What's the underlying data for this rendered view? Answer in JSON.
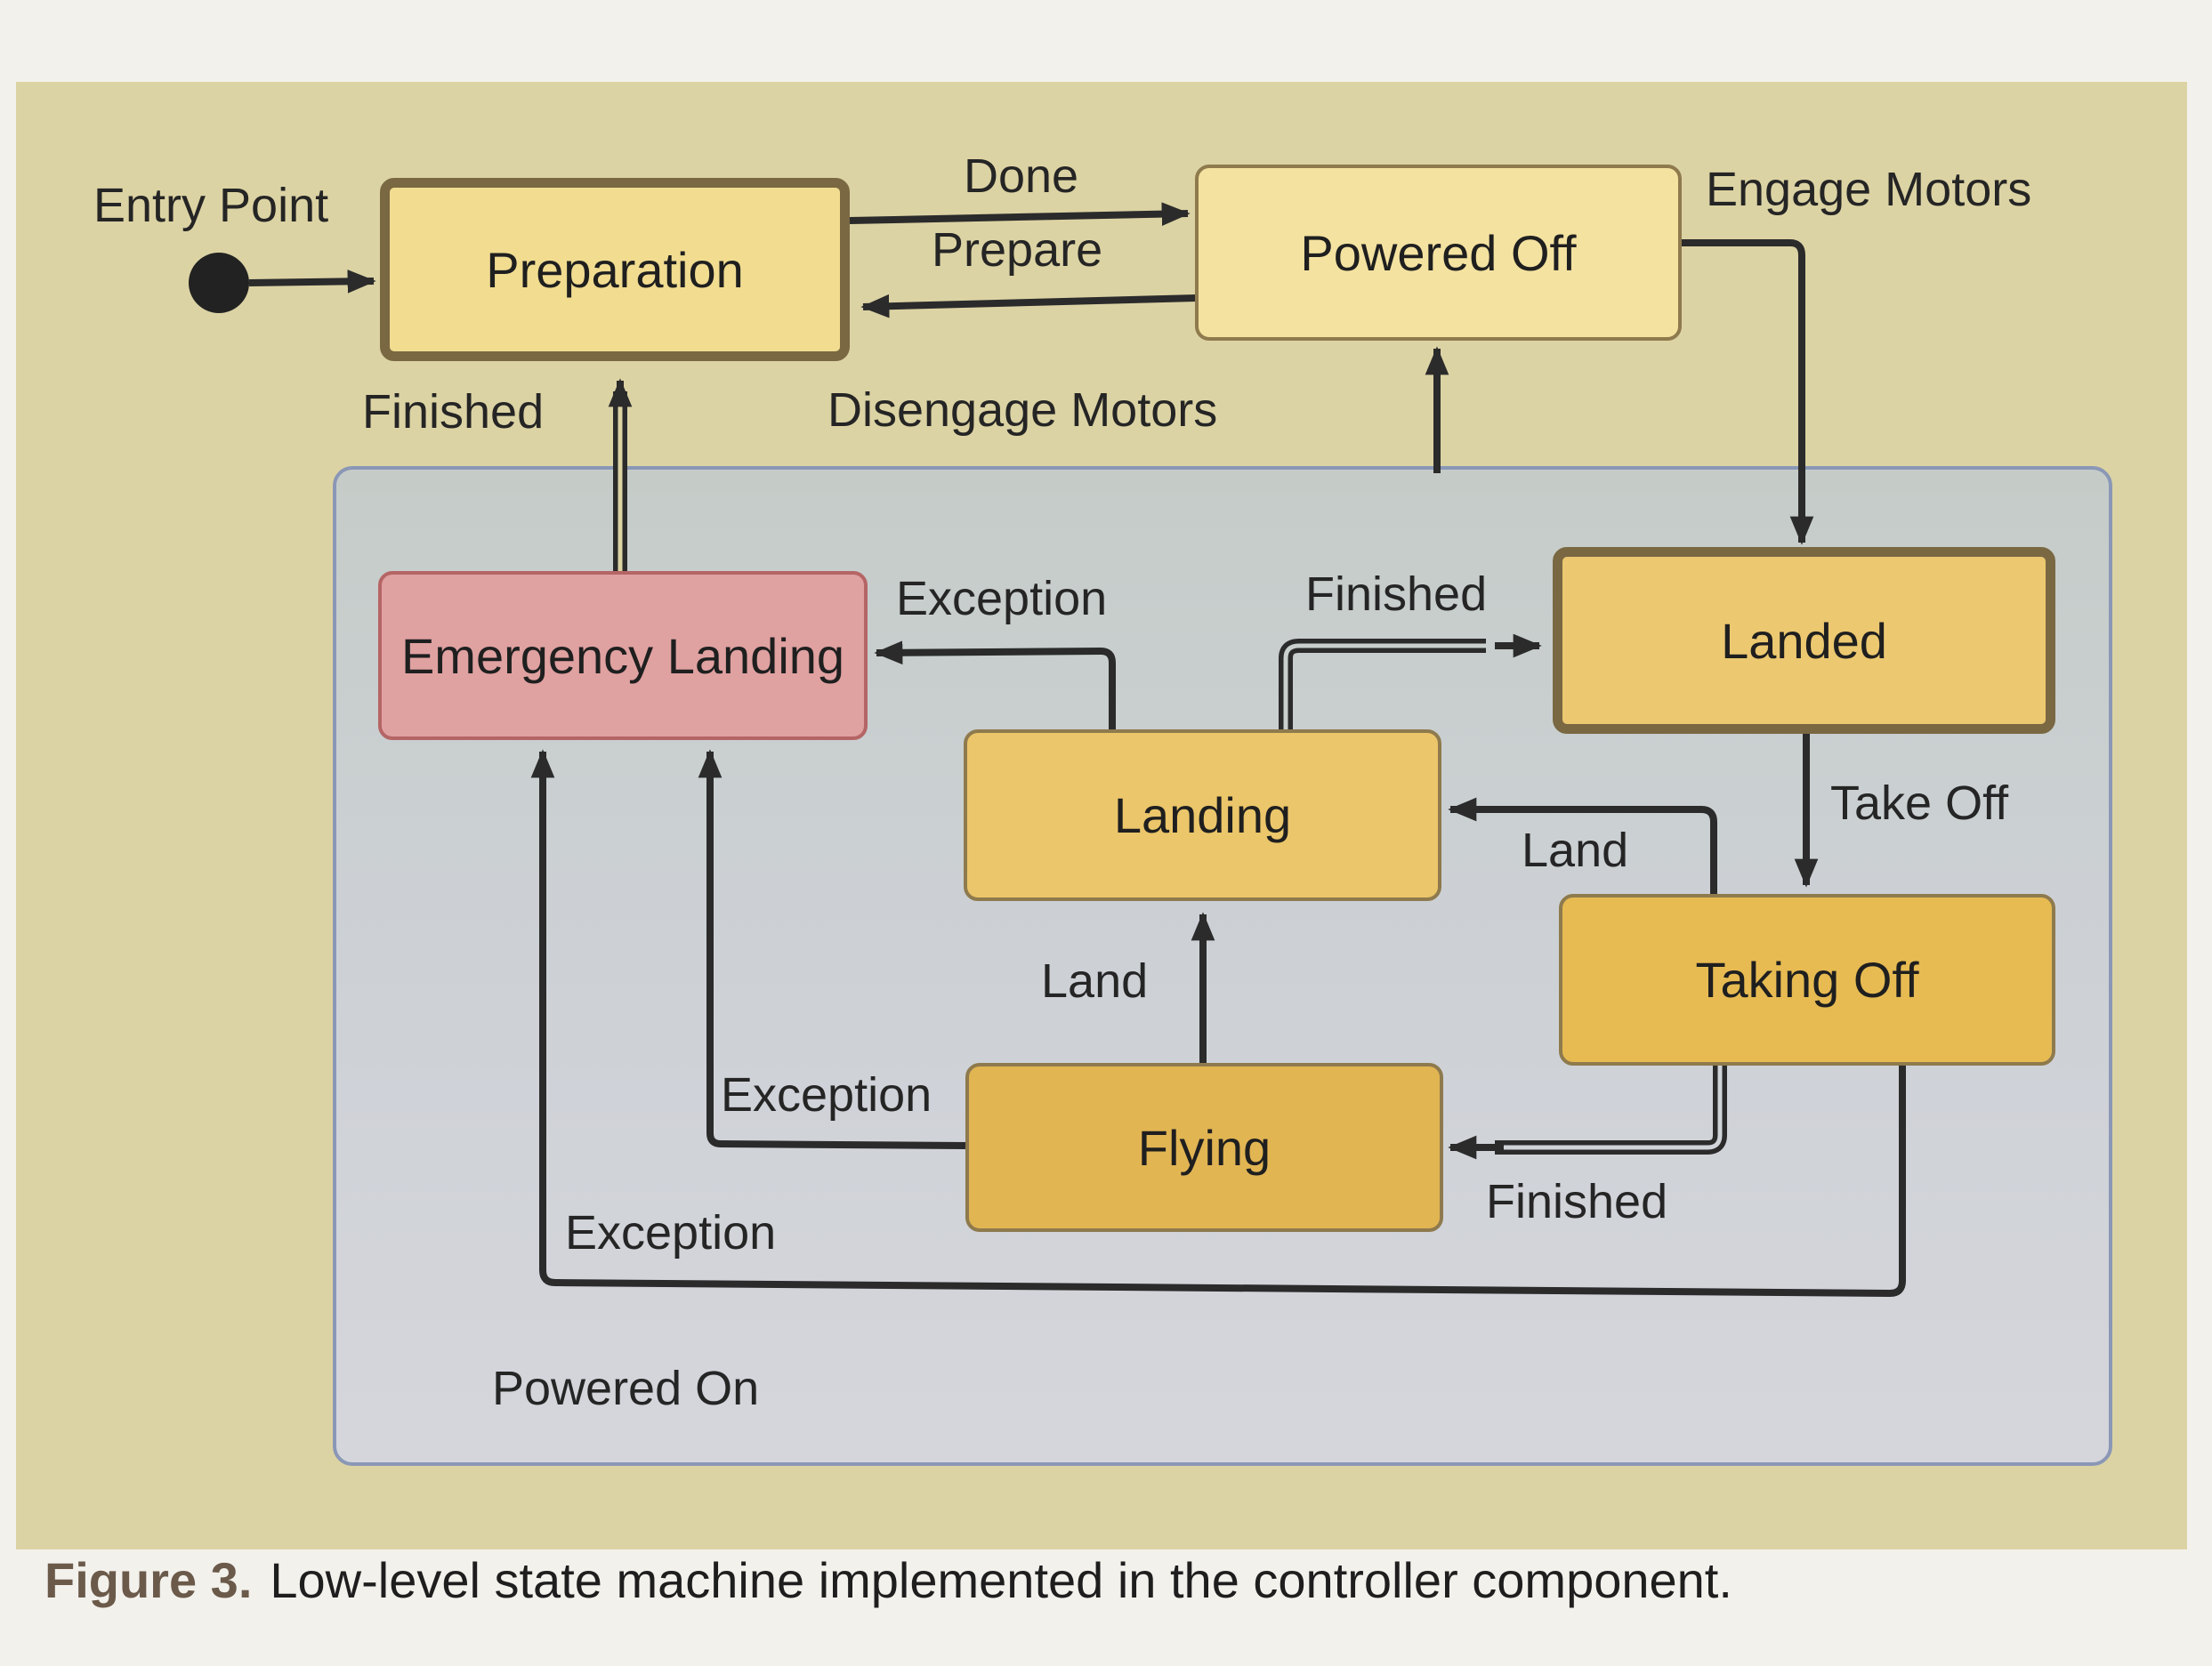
{
  "states": {
    "preparation": "Preparation",
    "powered_off": "Powered Off",
    "landed": "Landed",
    "emergency_landing": "Emergency Landing",
    "landing": "Landing",
    "taking_off": "Taking Off",
    "flying": "Flying"
  },
  "region": {
    "label": "Powered On"
  },
  "transitions": {
    "entry_point": "Entry Point",
    "done": "Done",
    "prepare": "Prepare",
    "engage_motors": "Engage Motors",
    "finished_to_preparation": "Finished",
    "disengage_motors": "Disengage Motors",
    "exception_landing": "Exception",
    "finished_landing": "Finished",
    "take_off": "Take Off",
    "land_from_taking_off": "Land",
    "land_from_flying": "Land",
    "exception_flying": "Exception",
    "finished_taking_off": "Finished",
    "exception_taking_off": "Exception"
  },
  "caption": {
    "figure": "Figure 3.",
    "text": "Low-level state machine implemented in the controller component."
  },
  "colors": {
    "panel": "#dcd3a4",
    "state_fill": "#f0d98a",
    "state_fill_dark": "#e6bf5c",
    "emergency_fill": "#e0a1a1",
    "region_border": "#8a97b6",
    "arrow": "#2b2b2b"
  }
}
